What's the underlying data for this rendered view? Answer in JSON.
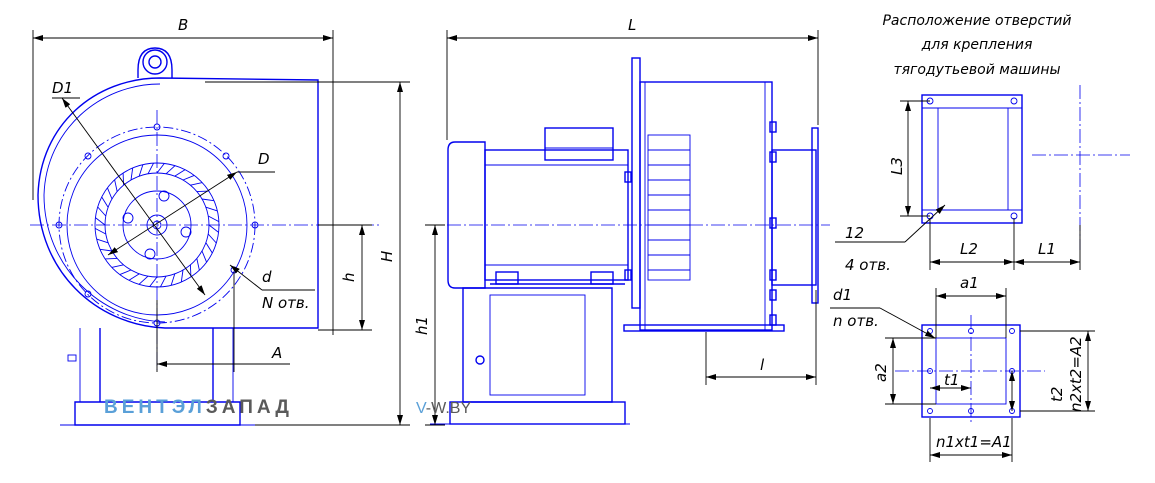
{
  "front_view": {
    "labels": {
      "B": "B",
      "D1": "D1",
      "D": "D",
      "d": "d",
      "N_holes": "N отв.",
      "h": "h",
      "H": "H",
      "A": "A"
    }
  },
  "side_view": {
    "labels": {
      "L": "L",
      "h1": "h1",
      "l": "l"
    }
  },
  "mount_pattern_top": {
    "title_lines": [
      "Расположение отверстий",
      "для крепления",
      "тягодутьевой машины"
    ],
    "labels": {
      "L3": "L3",
      "L2": "L2",
      "L1": "L1",
      "count": "12",
      "holes": "4 отв."
    }
  },
  "flange_view": {
    "labels": {
      "a1": "a1",
      "d1": "d1",
      "n_holes": "n отв.",
      "a2": "a2",
      "t1": "t1",
      "t2": "t2",
      "n2t2": "n2xt2=A2",
      "n1t1": "n1xt1=A1"
    }
  },
  "watermark": {
    "brand_a": "ВЕНТЭЛ",
    "brand_b": "ЗАПАД",
    "site_a": "V",
    "site_b": "-W.BY"
  },
  "colors": {
    "line": "#0000ee",
    "dim": "#000000",
    "brand_a": "#5aa0d8",
    "brand_b": "#5a5a5a"
  }
}
